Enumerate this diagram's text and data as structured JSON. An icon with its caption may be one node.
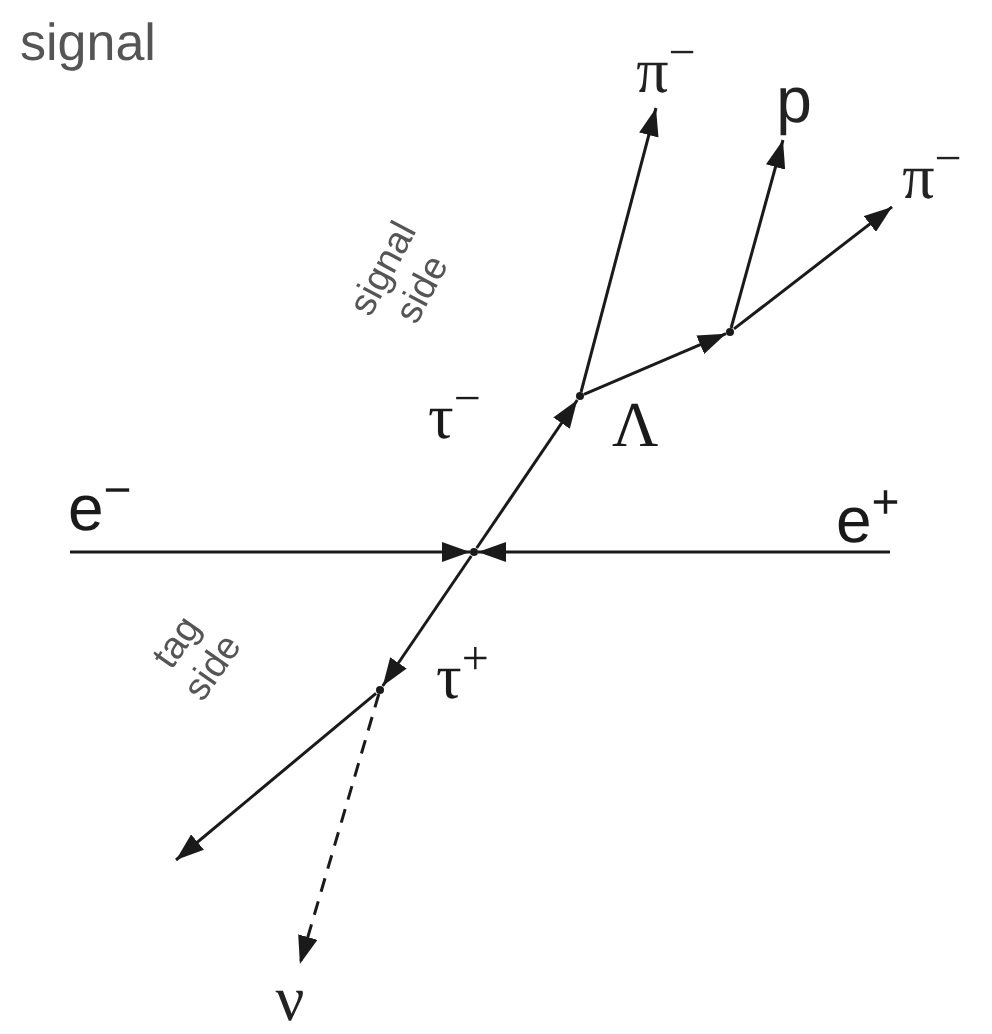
{
  "diagram": {
    "nodes": [
      {
        "text": [],
        "shape": "point"
      },
      {
        "text": [],
        "shape": "point"
      },
      {
        "text": [],
        "shape": "point"
      },
      {
        "text": [],
        "shape": "point"
      },
      {
        "text": [
          "π$^{−}$"
        ]
      },
      {
        "text": [
          "p"
        ]
      },
      {
        "text": [
          "π$^{−}$"
        ]
      },
      {
        "text": [
          "ν"
        ]
      }
    ],
    "edges": [
      {
        "from": null,
        "to": 0,
        "arrow": "to",
        "label": "e$^{−}$"
      },
      {
        "from": null,
        "to": 0,
        "arrow": "to",
        "label": "e$^{+}$"
      },
      {
        "from": 0,
        "to": 1,
        "arrow": "to",
        "label": "τ$^{−}$"
      },
      {
        "from": 0,
        "to": 3,
        "arrow": "to",
        "label": "τ$^{+}$"
      },
      {
        "from": 1,
        "to": 2,
        "arrow": "to",
        "label": "Λ"
      },
      {
        "from": 1,
        "to": 4,
        "arrow": "to"
      },
      {
        "from": 2,
        "to": 5,
        "arrow": "to"
      },
      {
        "from": 2,
        "to": 6,
        "arrow": "to"
      },
      {
        "from": 3,
        "to": null,
        "arrow": "to"
      },
      {
        "from": 3,
        "to": 7,
        "arrow": "to",
        "style": "dashed"
      }
    ],
    "labels": [
      "signal",
      "signal side",
      "tag side"
    ]
  }
}
